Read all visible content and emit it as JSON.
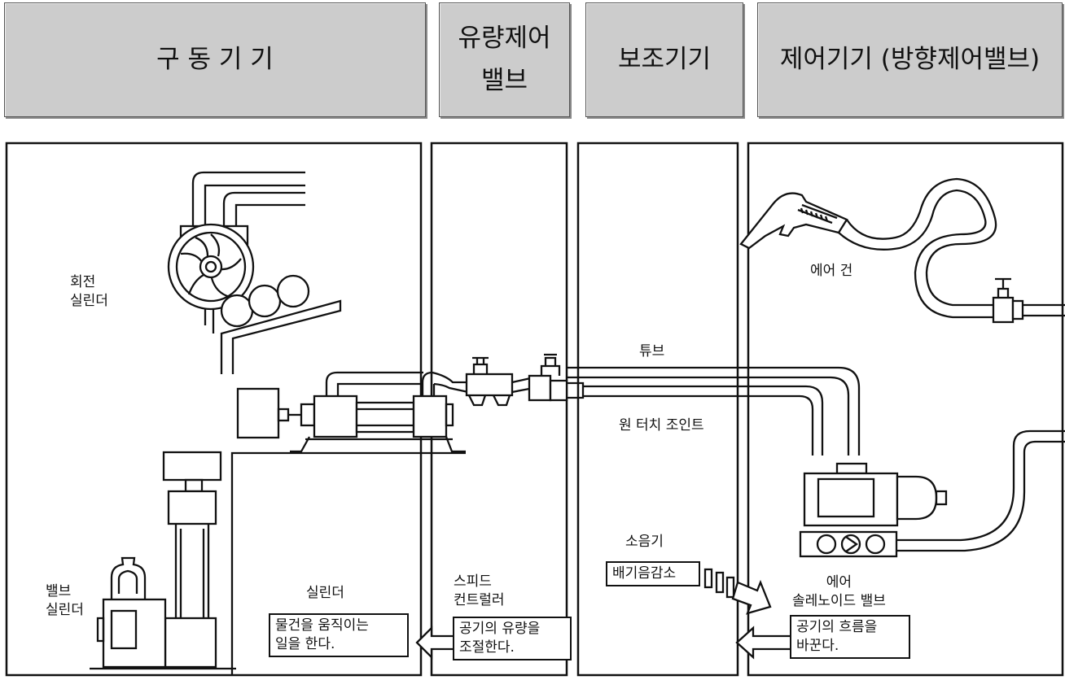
{
  "headers": {
    "actuator": "구 동 기 기",
    "flow_valve_line1": "유량제어",
    "flow_valve_line2": "밸브",
    "auxiliary": "보조기기",
    "control": "제어기기 (방향제어밸브)"
  },
  "labels": {
    "rotary_cylinder_line1": "회전",
    "rotary_cylinder_line2": "실린더",
    "valve_cylinder_line1": "밸브",
    "valve_cylinder_line2": "실린더",
    "cylinder": "실린더",
    "speed_controller_line1": "스피드",
    "speed_controller_line2": "컨트럴러",
    "tube": "튜브",
    "one_touch_joint": "원 터치 조인트",
    "silencer": "소음기",
    "air_gun": "에어 건",
    "solenoid_valve_line1": "에어",
    "solenoid_valve_line2": "솔레노이드 밸브"
  },
  "notes": {
    "cylinder_note_line1": "물건을 움직이는",
    "cylinder_note_line2": "일을 한다.",
    "speed_note_line1": "공기의 유량을",
    "speed_note_line2": "조절한다.",
    "exhaust_note": "배기음감소",
    "solenoid_note_line1": "공기의 흐름을",
    "solenoid_note_line2": "바꾼다."
  }
}
